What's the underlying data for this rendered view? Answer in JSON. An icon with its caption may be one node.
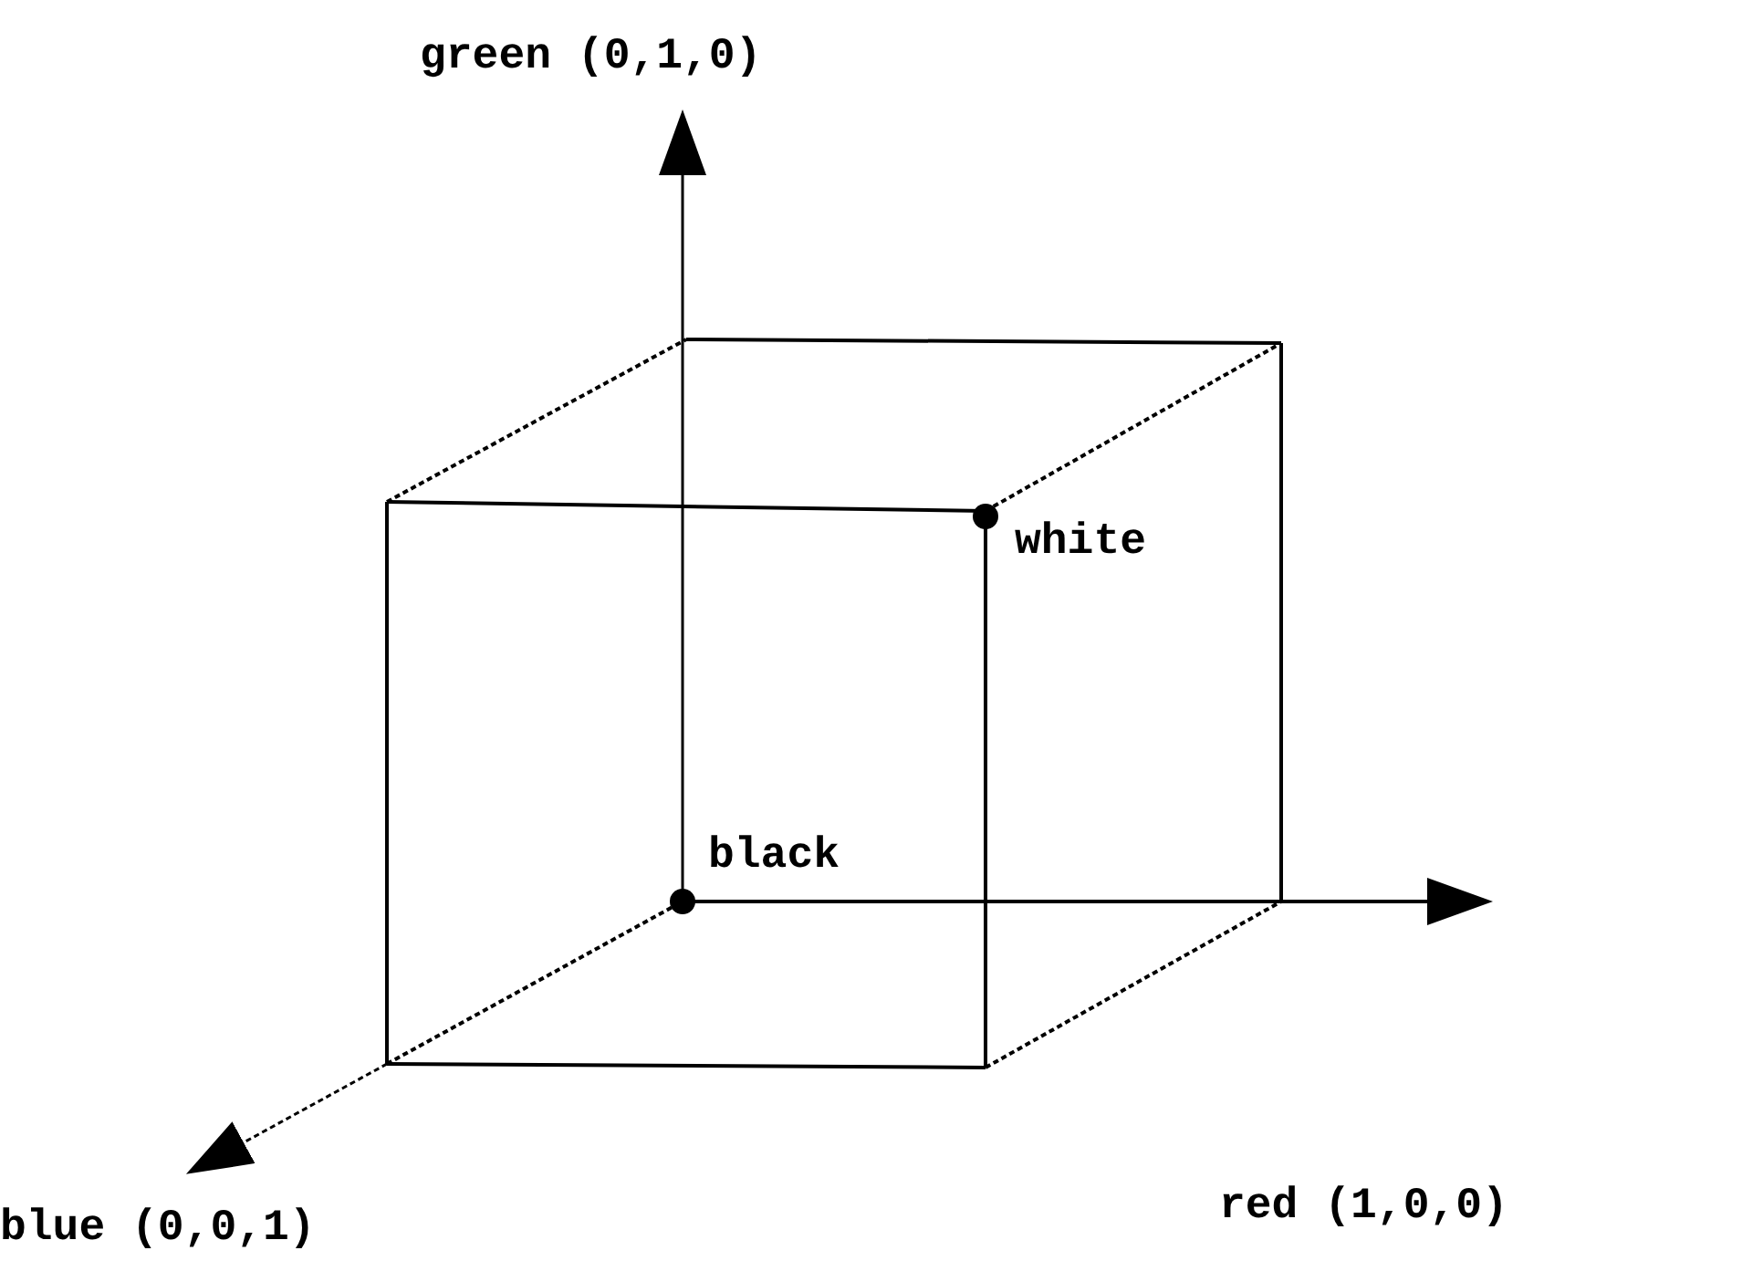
{
  "diagram": {
    "labels": [
      "green (0,1,0)",
      "white",
      "black",
      "red (1,0,0)",
      "blue (0,0,1)"
    ]
  }
}
